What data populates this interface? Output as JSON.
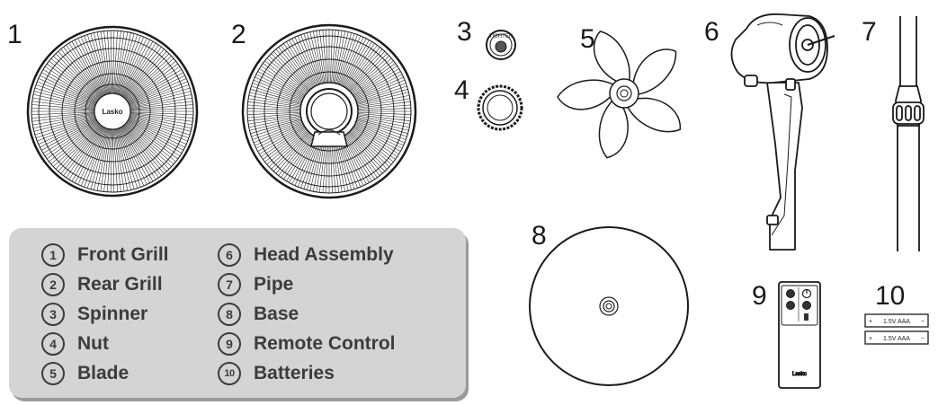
{
  "parts": [
    {
      "number": "1",
      "name": "Front Grill"
    },
    {
      "number": "2",
      "name": "Rear Grill"
    },
    {
      "number": "3",
      "name": "Spinner"
    },
    {
      "number": "4",
      "name": "Nut"
    },
    {
      "number": "5",
      "name": "Blade"
    },
    {
      "number": "6",
      "name": "Head Assembly"
    },
    {
      "number": "7",
      "name": "Pipe"
    },
    {
      "number": "8",
      "name": "Base"
    },
    {
      "number": "9",
      "name": "Remote Control"
    },
    {
      "number": "10",
      "name": "Batteries"
    }
  ],
  "brand_text": "Lasko",
  "spinner_text": "TIGHTEN",
  "battery_label": "1.5V AAA",
  "colors": {
    "line": "#1a1a1a",
    "legend_bg": "#d4d4d4",
    "legend_text": "#3c3c3c"
  }
}
